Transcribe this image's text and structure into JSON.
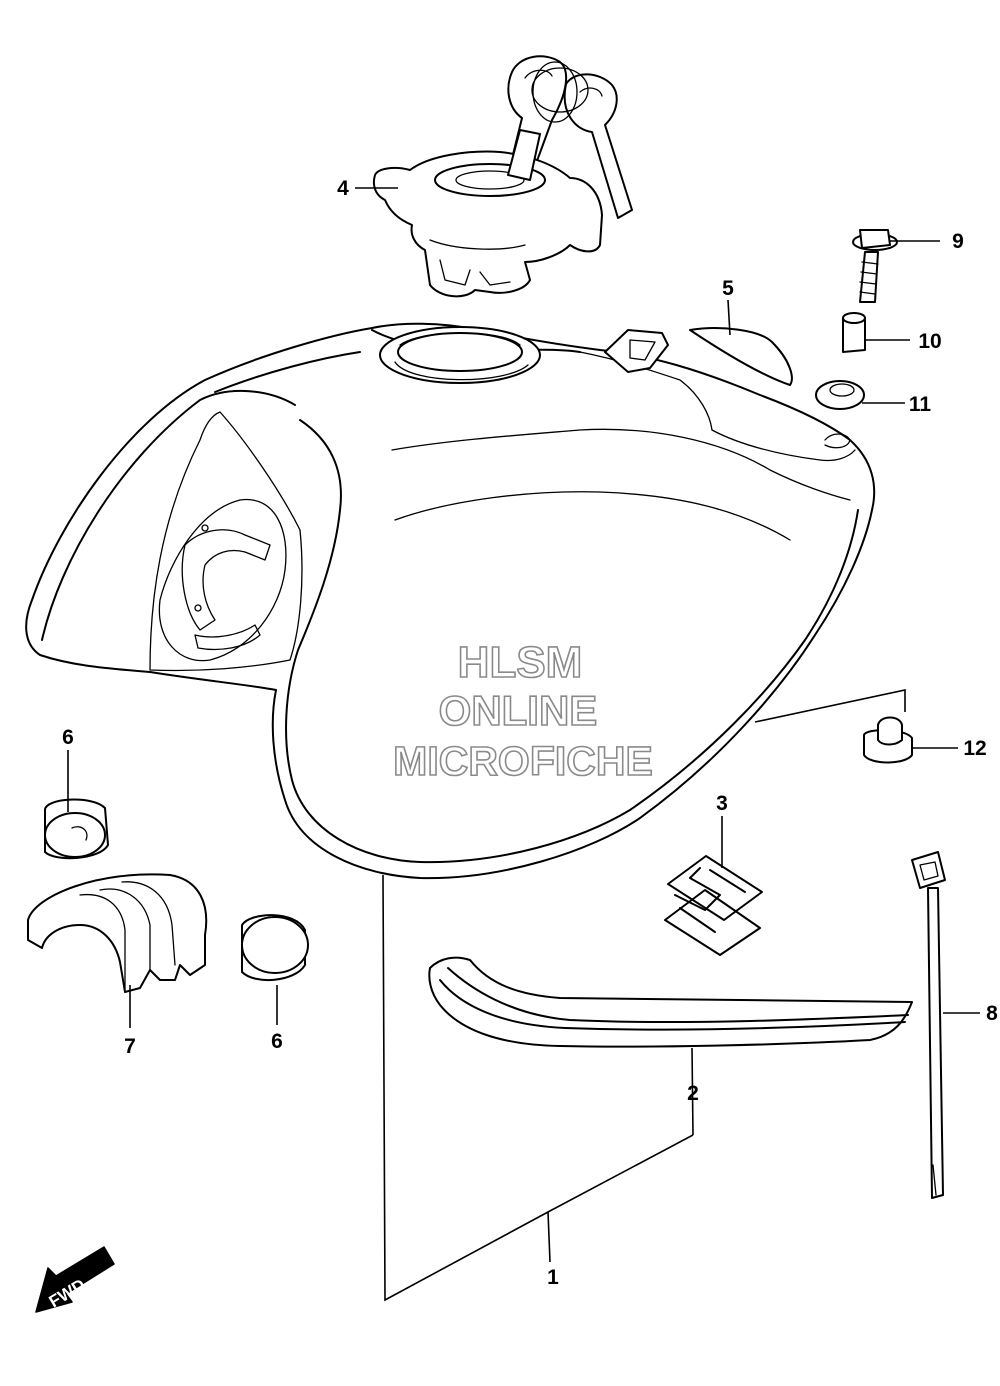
{
  "watermark": {
    "line1": "HLSM",
    "line2": "ONLINE",
    "line3": "MICROFICHE"
  },
  "fwd_label": "FWD",
  "callouts": [
    {
      "id": "1",
      "label": "1"
    },
    {
      "id": "2",
      "label": "2"
    },
    {
      "id": "3",
      "label": "3"
    },
    {
      "id": "4",
      "label": "4"
    },
    {
      "id": "5",
      "label": "5"
    },
    {
      "id": "6a",
      "label": "6"
    },
    {
      "id": "6b",
      "label": "6"
    },
    {
      "id": "7",
      "label": "7"
    },
    {
      "id": "8",
      "label": "8"
    },
    {
      "id": "9",
      "label": "9"
    },
    {
      "id": "10",
      "label": "10"
    },
    {
      "id": "11",
      "label": "11"
    },
    {
      "id": "12",
      "label": "12"
    }
  ]
}
